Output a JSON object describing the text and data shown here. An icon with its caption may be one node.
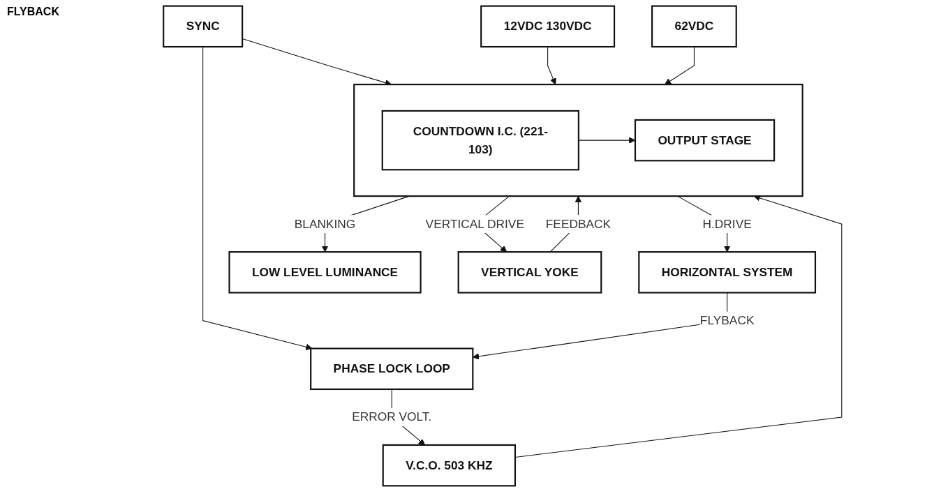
{
  "diagram": {
    "nodes": [
      {
        "text": [
          "PHASE LOCK LOOP"
        ]
      },
      {
        "text": [
          "SYNC"
        ]
      },
      {
        "text": [
          "V.C.O. 503 KHZ"
        ]
      },
      {
        "text": [
          "12VDC 130VDC"
        ]
      },
      {
        "text": [
          "62VDC"
        ]
      },
      {
        "text": [],
        "shape": "box"
      },
      {
        "text": [
          "COUNTDOWN I.C. (221-103)"
        ],
        "in": 5
      },
      {
        "text": [
          "OUTPUT STAGE"
        ],
        "in": 5
      },
      {
        "text": [
          "HORIZONTAL SYSTEM"
        ]
      },
      {
        "text": [
          "LOW LEVEL LUMINANCE"
        ]
      },
      {
        "text": [
          "VERTICAL YOKE"
        ]
      }
    ],
    "edges": [
      {
        "from": 1,
        "to": 0,
        "arrow": "to"
      },
      {
        "from": 0,
        "to": 2,
        "arrow": "to",
        "label": "ERROR VOLT."
      },
      {
        "from": 2,
        "to": 5,
        "arrow": "to"
      },
      {
        "from": 1,
        "to": 5,
        "arrow": "to"
      },
      {
        "from": 3,
        "to": 5,
        "arrow": "to"
      },
      {
        "from": 4,
        "to": 5,
        "arrow": "to"
      },
      {
        "from": 6,
        "to": 7,
        "arrow": "to"
      },
      {
        "from": 5,
        "to": 8,
        "arrow": "to",
        "label": "H.DRIVE"
      },
      {
        "from": 5,
        "to": 9,
        "arrow": "to",
        "label": "BLANKING"
      },
      {
        "from": 10,
        "to": 5,
        "arrow": "to",
        "label": "FEEDBACK"
      },
      {
        "from": 5,
        "to": 10,
        "arrow": "to",
        "label": "VERTICAL DRIVE"
      },
      {
        "from": 8,
        "to": 0,
        "arrow": "to",
        "label": "FLYBACK"
      }
    ],
    "labels": [
      "FLYBACK"
    ]
  }
}
